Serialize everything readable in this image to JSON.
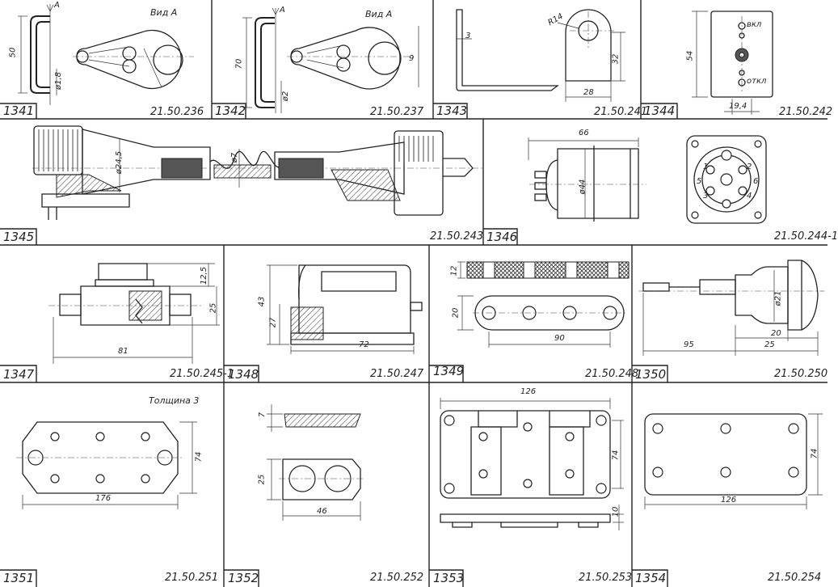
{
  "panels": [
    {
      "number": "1341",
      "code": "21.50.236",
      "view_label": "Вид А",
      "labels": [
        "A",
        "50",
        "ø1,8"
      ]
    },
    {
      "number": "1342",
      "code": "21.50.237",
      "view_label": "Вид А",
      "labels": [
        "A",
        "70",
        "ø2",
        "9"
      ]
    },
    {
      "number": "1343",
      "code": "21.50.241",
      "labels": [
        "3",
        "R14",
        "32",
        "28"
      ]
    },
    {
      "number": "1344",
      "code": "21.50.242",
      "labels": [
        "вкл",
        "откл",
        "54",
        "19,4"
      ]
    },
    {
      "number": "1345",
      "code": "21.50.243",
      "labels": [
        "ø24,5",
        "ø7"
      ]
    },
    {
      "number": "1346",
      "code": "21.50.244-1",
      "labels": [
        "66",
        "ø44",
        "1",
        "2",
        "3",
        "4",
        "5",
        "6"
      ]
    },
    {
      "number": "1347",
      "code": "21.50.245-1",
      "labels": [
        "12,5",
        "25",
        "81"
      ]
    },
    {
      "number": "1348",
      "code": "21.50.247",
      "labels": [
        "43",
        "27",
        "72"
      ]
    },
    {
      "number": "1349",
      "code": "21.50.248",
      "labels": [
        "12",
        "20",
        "90"
      ]
    },
    {
      "number": "1350",
      "code": "21.50.250",
      "labels": [
        "ø21",
        "20",
        "95",
        "25"
      ]
    },
    {
      "number": "1351",
      "code": "21.50.251",
      "note": "Толщина 3",
      "labels": [
        "74",
        "176"
      ]
    },
    {
      "number": "1352",
      "code": "21.50.252",
      "labels": [
        "7",
        "25",
        "46"
      ]
    },
    {
      "number": "1353",
      "code": "21.50.253",
      "labels": [
        "126",
        "74",
        "10"
      ]
    },
    {
      "number": "1354",
      "code": "21.50.254",
      "labels": [
        "74",
        "126"
      ]
    }
  ]
}
